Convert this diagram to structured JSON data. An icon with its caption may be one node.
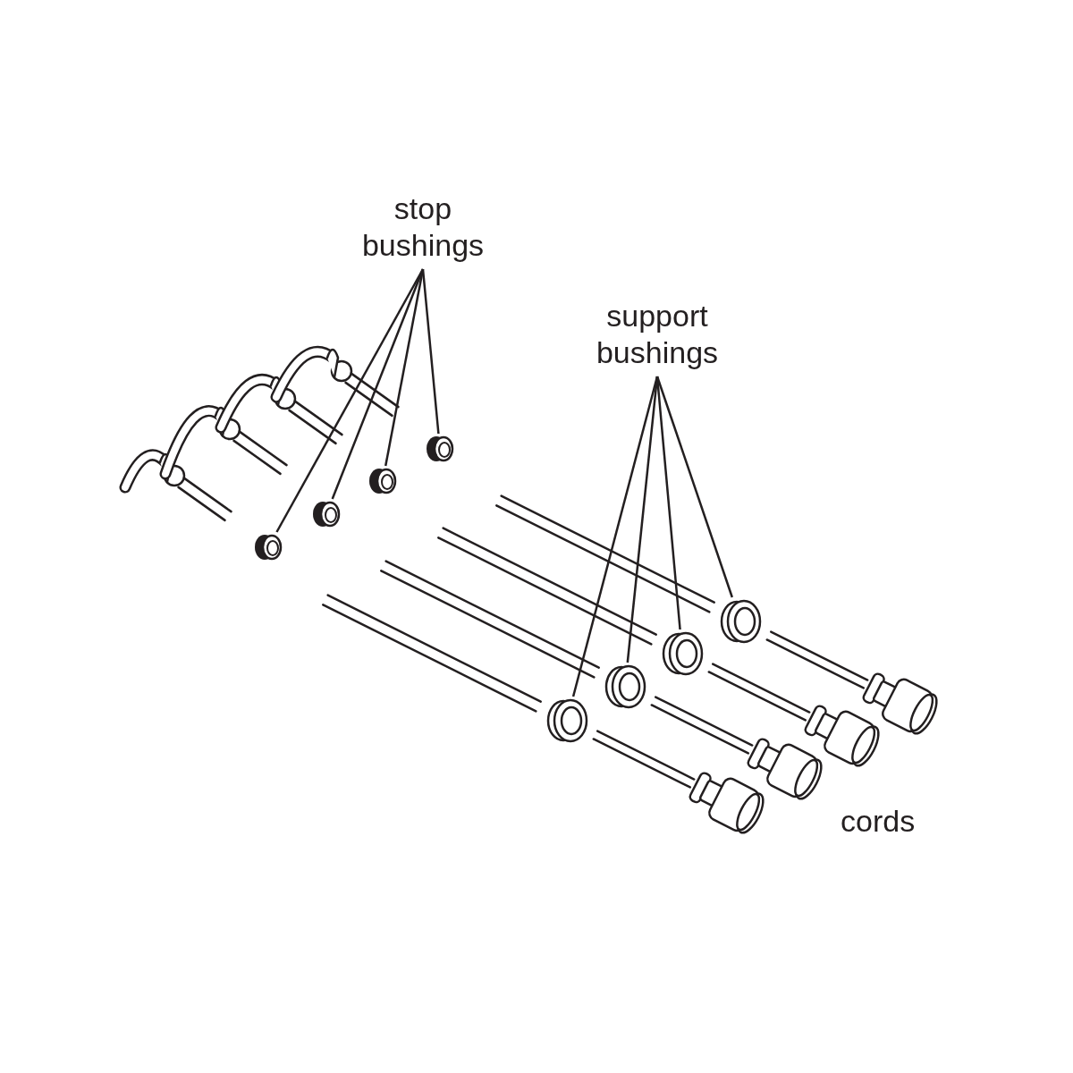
{
  "diagram": {
    "nodes": [
      {
        "text": [
          "stop bushings"
        ]
      },
      {
        "text": [],
        "shape": "cylinder"
      },
      {
        "text": [],
        "shape": "cylinder"
      },
      {
        "text": [],
        "shape": "cylinder"
      },
      {
        "text": [],
        "shape": "cylinder"
      },
      {
        "text": [
          "support bushings"
        ]
      },
      {
        "text": [],
        "shape": "cylinder"
      },
      {
        "text": [],
        "shape": "cylinder"
      },
      {
        "text": [],
        "shape": "cylinder"
      },
      {
        "text": [],
        "shape": "cylinder"
      }
    ],
    "edges": [
      {
        "from": 0,
        "to": 1,
        "arrow": "none"
      },
      {
        "from": 0,
        "to": 2,
        "arrow": "none"
      },
      {
        "from": 0,
        "to": 3,
        "arrow": "none"
      },
      {
        "from": 0,
        "to": 4,
        "arrow": "none"
      },
      {
        "from": 5,
        "to": 6,
        "arrow": "none"
      },
      {
        "from": 5,
        "to": 7,
        "arrow": "none"
      },
      {
        "from": 5,
        "to": 8,
        "arrow": "none"
      },
      {
        "from": 5,
        "to": 9,
        "arrow": "none"
      }
    ],
    "labels": [
      "cords"
    ]
  }
}
